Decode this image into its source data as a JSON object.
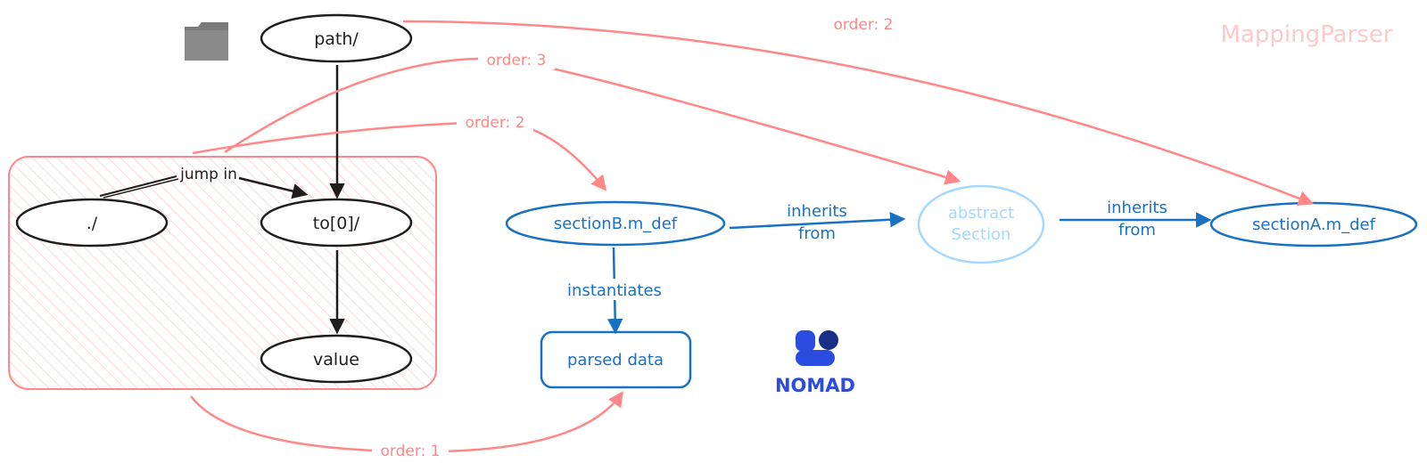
{
  "title": "MappingParser",
  "nodes": {
    "path": "path/",
    "dot": "./",
    "to0": "to[0]/",
    "value": "value",
    "sectionB": "sectionB.m_def",
    "abstract_line1": "abstract",
    "abstract_line2": "Section",
    "sectionA": "sectionA.m_def",
    "parsed": "parsed data"
  },
  "edge_labels": {
    "jump_in": "jump in",
    "inherits_1_line1": "inherits",
    "inherits_1_line2": "from",
    "inherits_2_line1": "inherits",
    "inherits_2_line2": "from",
    "instantiates": "instantiates",
    "order_1": "order: 1",
    "order_2a": "order: 2",
    "order_2b": "order: 2",
    "order_3": "order: 3"
  },
  "logo": {
    "text": "NOMAD"
  },
  "icons": {
    "folder": "folder-icon"
  },
  "colors": {
    "black": "#1e1e1e",
    "red": "#ff8787",
    "blue": "#1971c2",
    "light_blue": "#a5d8ff",
    "pale_red": "#ffc9c9",
    "nomad_blue": "#2a4cdf",
    "nomad_dark": "#192e86"
  }
}
